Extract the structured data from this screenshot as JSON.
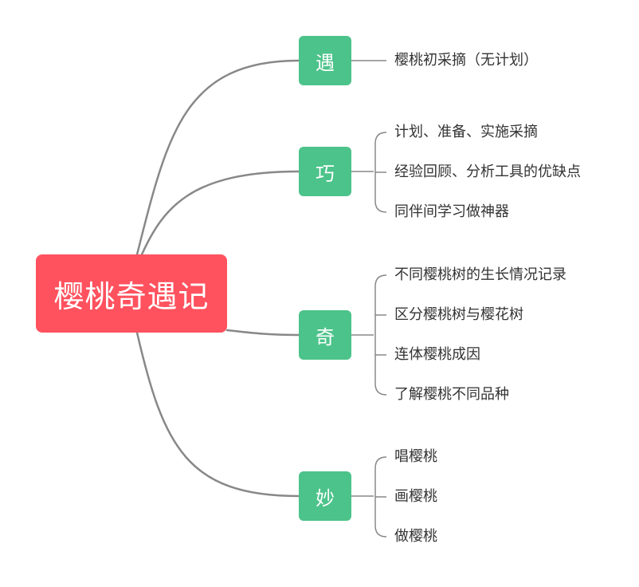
{
  "root": {
    "label": "樱桃奇遇记"
  },
  "branches": [
    {
      "label": "遇",
      "items": [
        "樱桃初采摘（无计划）"
      ]
    },
    {
      "label": "巧",
      "items": [
        "计划、准备、实施采摘",
        "经验回顾、分析工具的优缺点",
        "同伴间学习做神器"
      ]
    },
    {
      "label": "奇",
      "items": [
        "不同樱桃树的生长情况记录",
        "区分樱桃树与樱花树",
        "连体樱桃成因",
        "了解樱桃不同品种"
      ]
    },
    {
      "label": "妙",
      "items": [
        "唱樱桃",
        "画樱桃",
        "做樱桃"
      ]
    }
  ],
  "colors": {
    "root": "#ff525e",
    "branch": "#4cc38a",
    "connector": "#888888",
    "text": "#333333"
  }
}
